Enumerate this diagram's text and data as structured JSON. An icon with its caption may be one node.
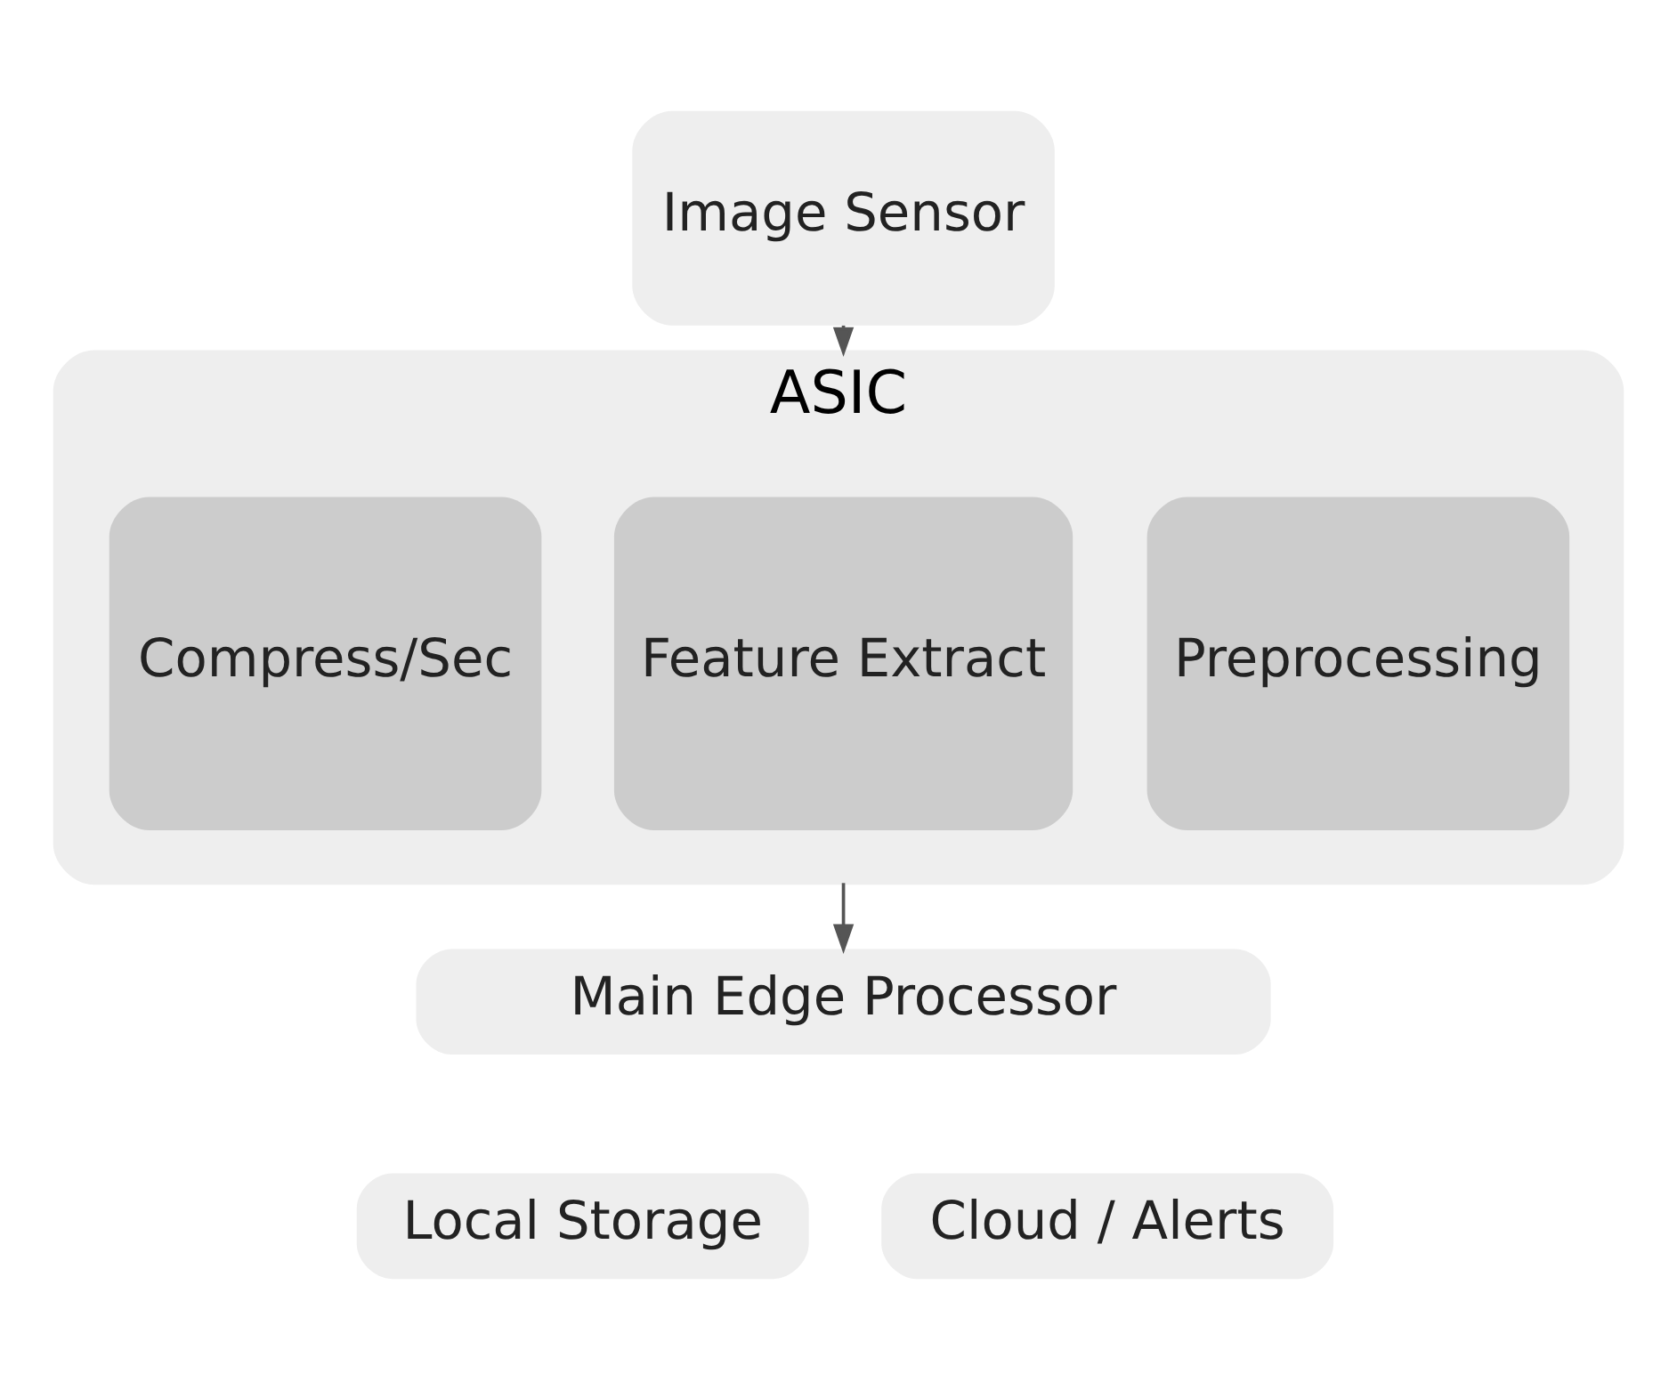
{
  "diagram": {
    "nodes": [
      {
        "text": [
          "Image Sensor"
        ]
      },
      {
        "text": [
          "ASIC"
        ]
      },
      {
        "text": [
          "Preprocessing"
        ],
        "in": 1
      },
      {
        "text": [
          "Feature Extract"
        ],
        "in": 1
      },
      {
        "text": [
          "Compress/Sec"
        ],
        "in": 1
      },
      {
        "text": [
          "Main Edge Processor"
        ]
      },
      {
        "text": [
          "Local Storage"
        ]
      },
      {
        "text": [
          "Cloud / Alerts"
        ]
      }
    ],
    "edges": [
      {
        "from": 0,
        "to": 1,
        "arrow": "to"
      },
      {
        "from": 1,
        "to": 5,
        "arrow": "to"
      }
    ]
  }
}
